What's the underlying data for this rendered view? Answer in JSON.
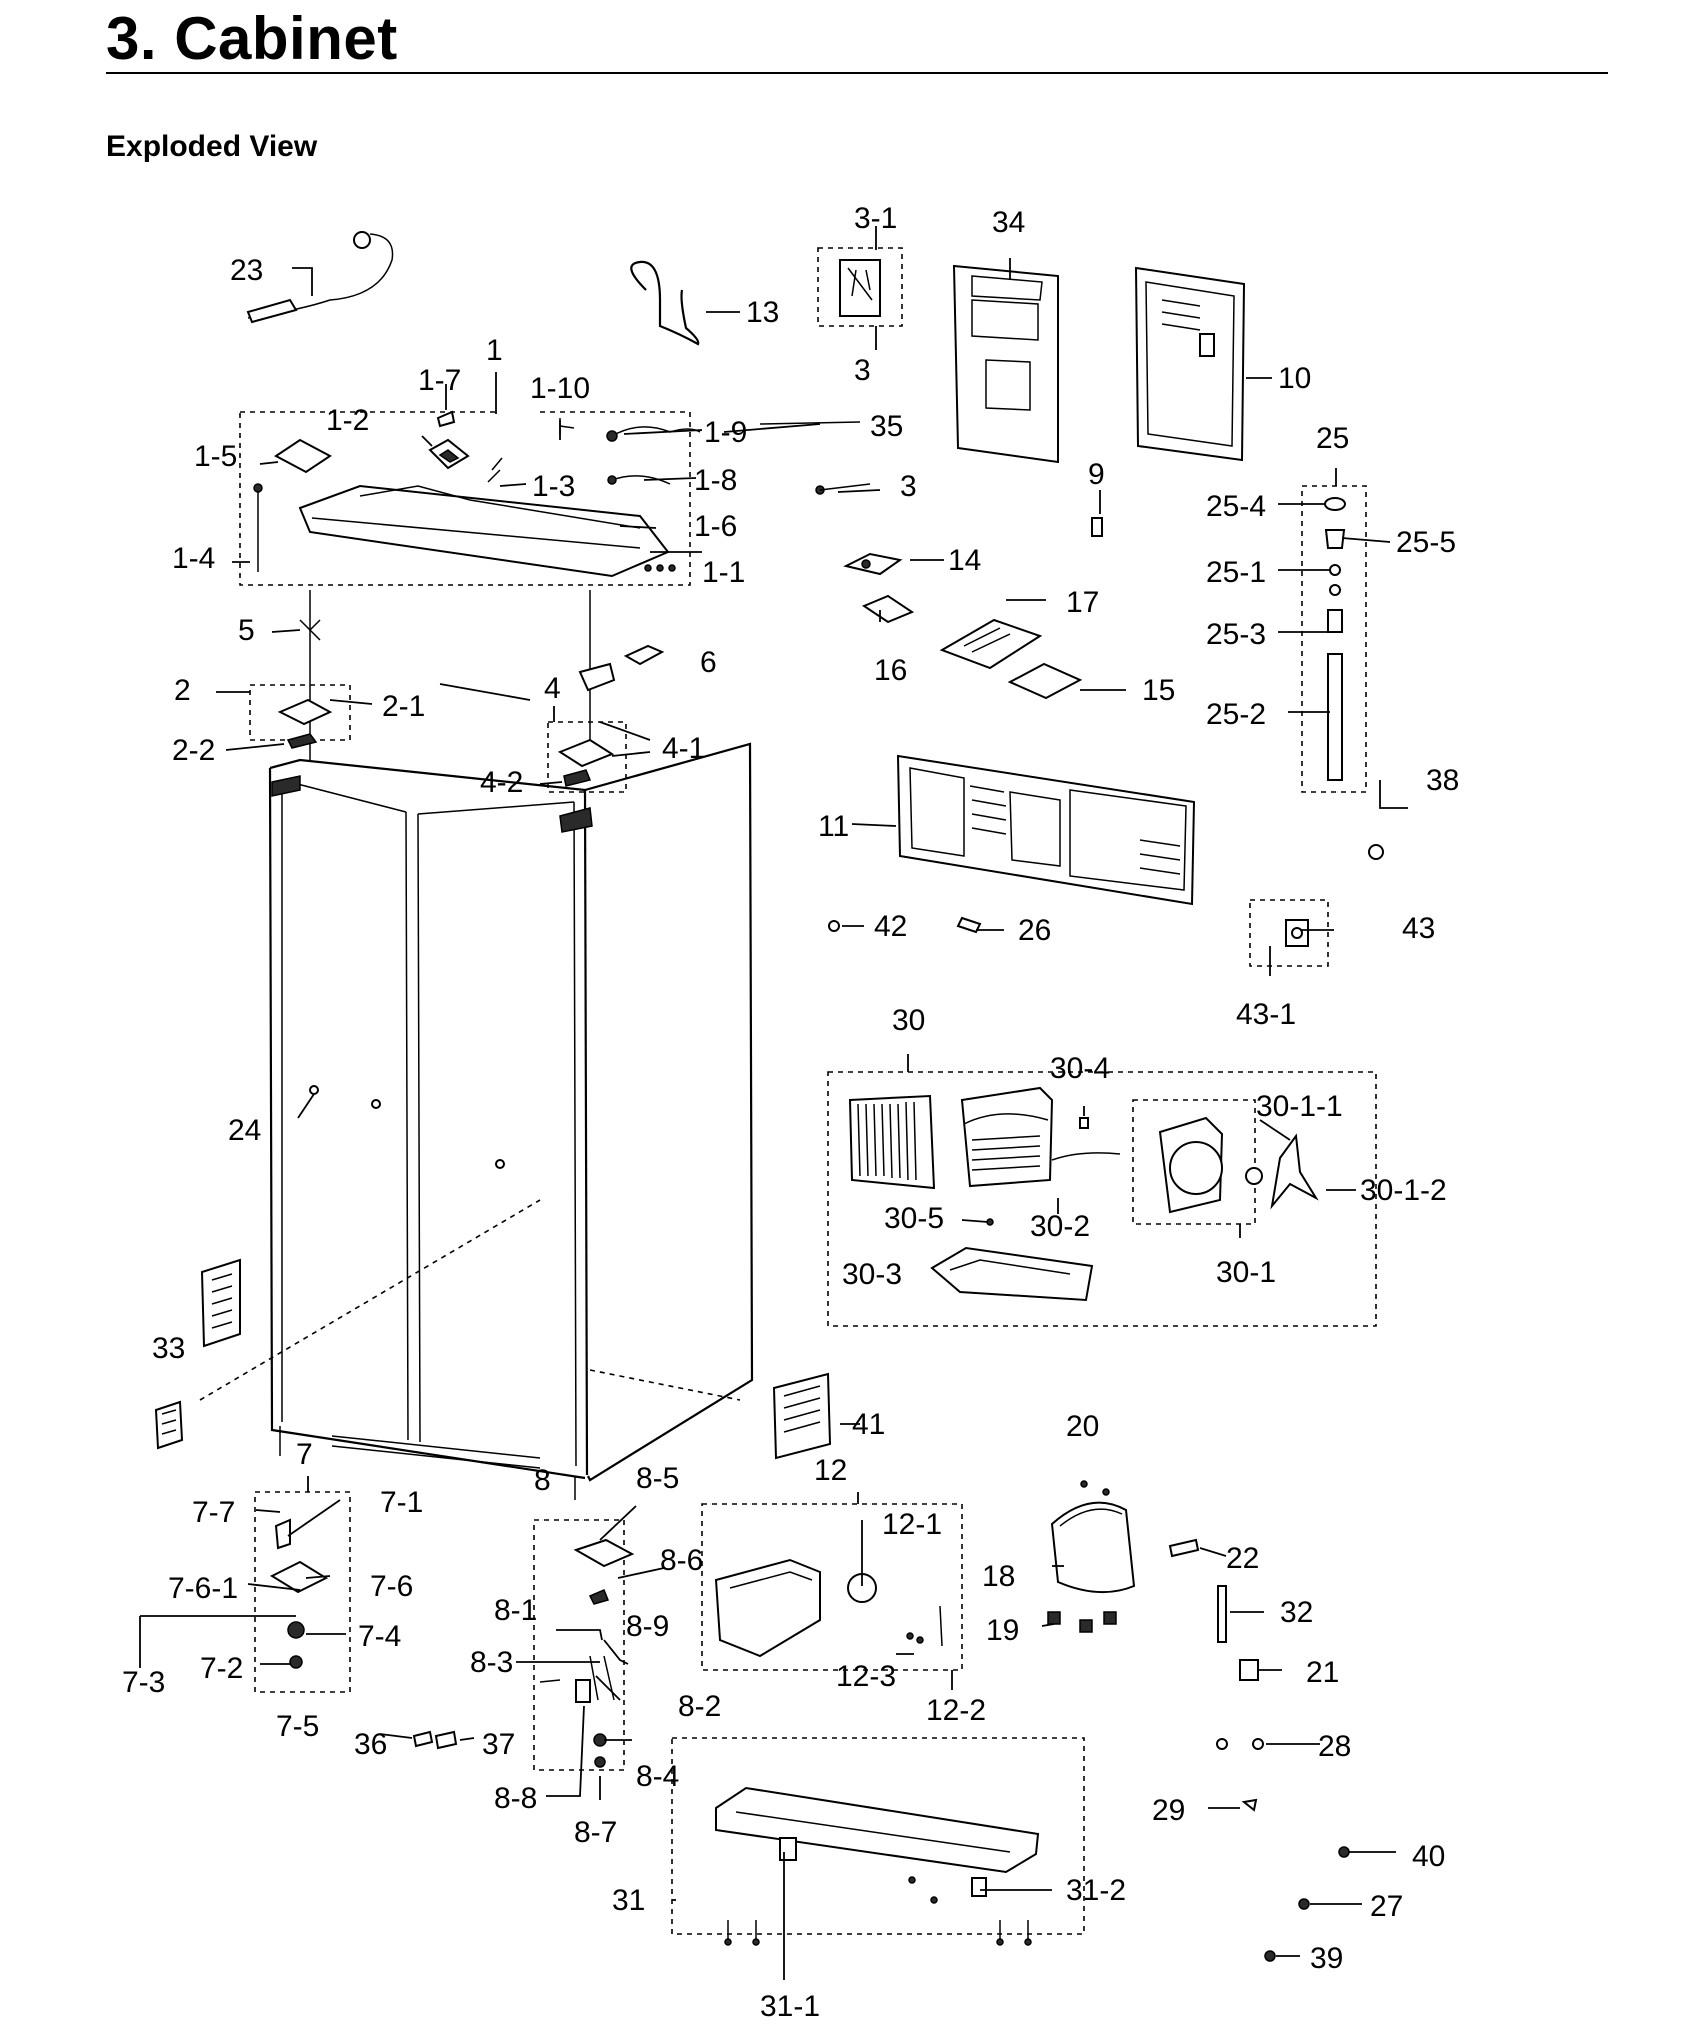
{
  "page": {
    "title": "3.  Cabinet",
    "heading": "Exploded View"
  },
  "callouts": [
    {
      "id": "1",
      "label": "1"
    },
    {
      "id": "1-1",
      "label": "1-1"
    },
    {
      "id": "1-2",
      "label": "1-2"
    },
    {
      "id": "1-3",
      "label": "1-3"
    },
    {
      "id": "1-4",
      "label": "1-4"
    },
    {
      "id": "1-5",
      "label": "1-5"
    },
    {
      "id": "1-6",
      "label": "1-6"
    },
    {
      "id": "1-7",
      "label": "1-7"
    },
    {
      "id": "1-8",
      "label": "1-8"
    },
    {
      "id": "1-9",
      "label": "1-9"
    },
    {
      "id": "1-10",
      "label": "1-10"
    },
    {
      "id": "2",
      "label": "2"
    },
    {
      "id": "2-1",
      "label": "2-1"
    },
    {
      "id": "2-2",
      "label": "2-2"
    },
    {
      "id": "3-top",
      "label": "3"
    },
    {
      "id": "3-1",
      "label": "3-1"
    },
    {
      "id": "3-wire",
      "label": "3"
    },
    {
      "id": "4",
      "label": "4"
    },
    {
      "id": "4-1",
      "label": "4-1"
    },
    {
      "id": "4-2",
      "label": "4-2"
    },
    {
      "id": "5",
      "label": "5"
    },
    {
      "id": "6",
      "label": "6"
    },
    {
      "id": "7",
      "label": "7"
    },
    {
      "id": "7-1",
      "label": "7-1"
    },
    {
      "id": "7-2",
      "label": "7-2"
    },
    {
      "id": "7-3",
      "label": "7-3"
    },
    {
      "id": "7-4",
      "label": "7-4"
    },
    {
      "id": "7-5",
      "label": "7-5"
    },
    {
      "id": "7-6",
      "label": "7-6"
    },
    {
      "id": "7-6-1",
      "label": "7-6-1"
    },
    {
      "id": "7-7",
      "label": "7-7"
    },
    {
      "id": "8",
      "label": "8"
    },
    {
      "id": "8-1",
      "label": "8-1"
    },
    {
      "id": "8-2",
      "label": "8-2"
    },
    {
      "id": "8-3",
      "label": "8-3"
    },
    {
      "id": "8-4",
      "label": "8-4"
    },
    {
      "id": "8-5",
      "label": "8-5"
    },
    {
      "id": "8-6",
      "label": "8-6"
    },
    {
      "id": "8-7",
      "label": "8-7"
    },
    {
      "id": "8-8",
      "label": "8-8"
    },
    {
      "id": "8-9",
      "label": "8-9"
    },
    {
      "id": "9",
      "label": "9"
    },
    {
      "id": "10",
      "label": "10"
    },
    {
      "id": "11",
      "label": "11"
    },
    {
      "id": "12",
      "label": "12"
    },
    {
      "id": "12-1",
      "label": "12-1"
    },
    {
      "id": "12-2",
      "label": "12-2"
    },
    {
      "id": "12-3",
      "label": "12-3"
    },
    {
      "id": "13",
      "label": "13"
    },
    {
      "id": "14",
      "label": "14"
    },
    {
      "id": "15",
      "label": "15"
    },
    {
      "id": "16",
      "label": "16"
    },
    {
      "id": "17",
      "label": "17"
    },
    {
      "id": "18",
      "label": "18"
    },
    {
      "id": "19",
      "label": "19"
    },
    {
      "id": "20",
      "label": "20"
    },
    {
      "id": "21",
      "label": "21"
    },
    {
      "id": "22",
      "label": "22"
    },
    {
      "id": "23",
      "label": "23"
    },
    {
      "id": "24",
      "label": "24"
    },
    {
      "id": "25",
      "label": "25"
    },
    {
      "id": "25-1",
      "label": "25-1"
    },
    {
      "id": "25-2",
      "label": "25-2"
    },
    {
      "id": "25-3",
      "label": "25-3"
    },
    {
      "id": "25-4",
      "label": "25-4"
    },
    {
      "id": "25-5",
      "label": "25-5"
    },
    {
      "id": "26",
      "label": "26"
    },
    {
      "id": "27",
      "label": "27"
    },
    {
      "id": "28",
      "label": "28"
    },
    {
      "id": "29",
      "label": "29"
    },
    {
      "id": "30",
      "label": "30"
    },
    {
      "id": "30-1",
      "label": "30-1"
    },
    {
      "id": "30-1-1",
      "label": "30-1-1"
    },
    {
      "id": "30-1-2",
      "label": "30-1-2"
    },
    {
      "id": "30-2",
      "label": "30-2"
    },
    {
      "id": "30-3",
      "label": "30-3"
    },
    {
      "id": "30-4",
      "label": "30-4"
    },
    {
      "id": "30-5",
      "label": "30-5"
    },
    {
      "id": "31",
      "label": "31"
    },
    {
      "id": "31-1",
      "label": "31-1"
    },
    {
      "id": "31-2",
      "label": "31-2"
    },
    {
      "id": "32",
      "label": "32"
    },
    {
      "id": "33",
      "label": "33"
    },
    {
      "id": "34",
      "label": "34"
    },
    {
      "id": "35",
      "label": "35"
    },
    {
      "id": "36",
      "label": "36"
    },
    {
      "id": "37",
      "label": "37"
    },
    {
      "id": "38",
      "label": "38"
    },
    {
      "id": "39",
      "label": "39"
    },
    {
      "id": "40",
      "label": "40"
    },
    {
      "id": "41",
      "label": "41"
    },
    {
      "id": "42",
      "label": "42"
    },
    {
      "id": "43",
      "label": "43"
    },
    {
      "id": "43-1",
      "label": "43-1"
    }
  ]
}
